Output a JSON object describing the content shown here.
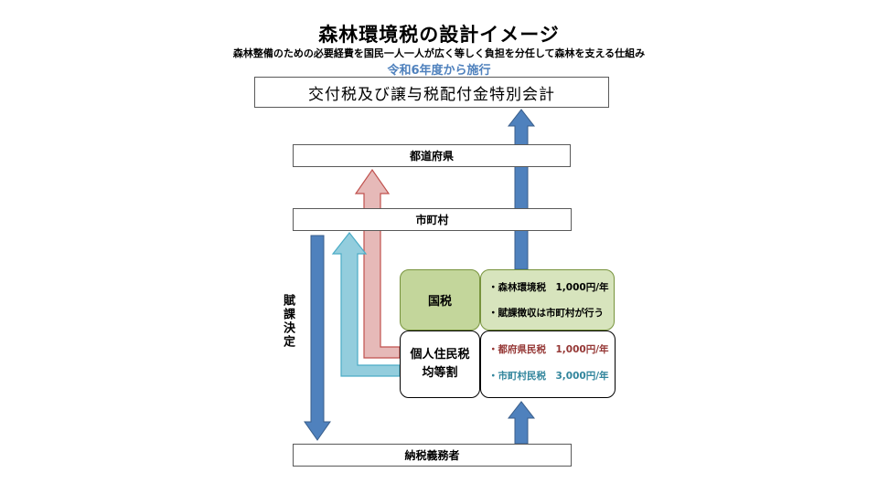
{
  "title": "森林環境税の設計イメージ",
  "subtitle": "森林整備のための必要経費を国民一人一人が広く等しく負担を分任して森林を支える仕組み",
  "enforcement": "令和6年度から施行",
  "boxes": {
    "special_account": "交付税及び譲与税配付金特別会計",
    "prefecture": "都道府県",
    "municipality": "市町村",
    "taxpayer": "納税義務者",
    "national_tax": "国税",
    "resident_tax_line1": "個人住民税",
    "resident_tax_line2": "均等割"
  },
  "national_detail": {
    "line1": "・森林環境税　1,000円/年",
    "line2": "・賦課徴収は市町村が行う"
  },
  "resident_detail": {
    "line1": "・都府県民税　1,000円/年",
    "line2": "・市町村民税　3,000円/年"
  },
  "assessment_label": "賦課決定",
  "colors": {
    "blue_arrow": "#4f81bd",
    "red_arrow": "#e6b9b8",
    "teal_arrow": "#93cddd",
    "national_fill": "#c3d69b",
    "national_detail_fill": "#d7e4bd",
    "prefecture_text": "#953735",
    "municipality_text": "#31859c",
    "enforcement_text": "#4f81bd"
  }
}
